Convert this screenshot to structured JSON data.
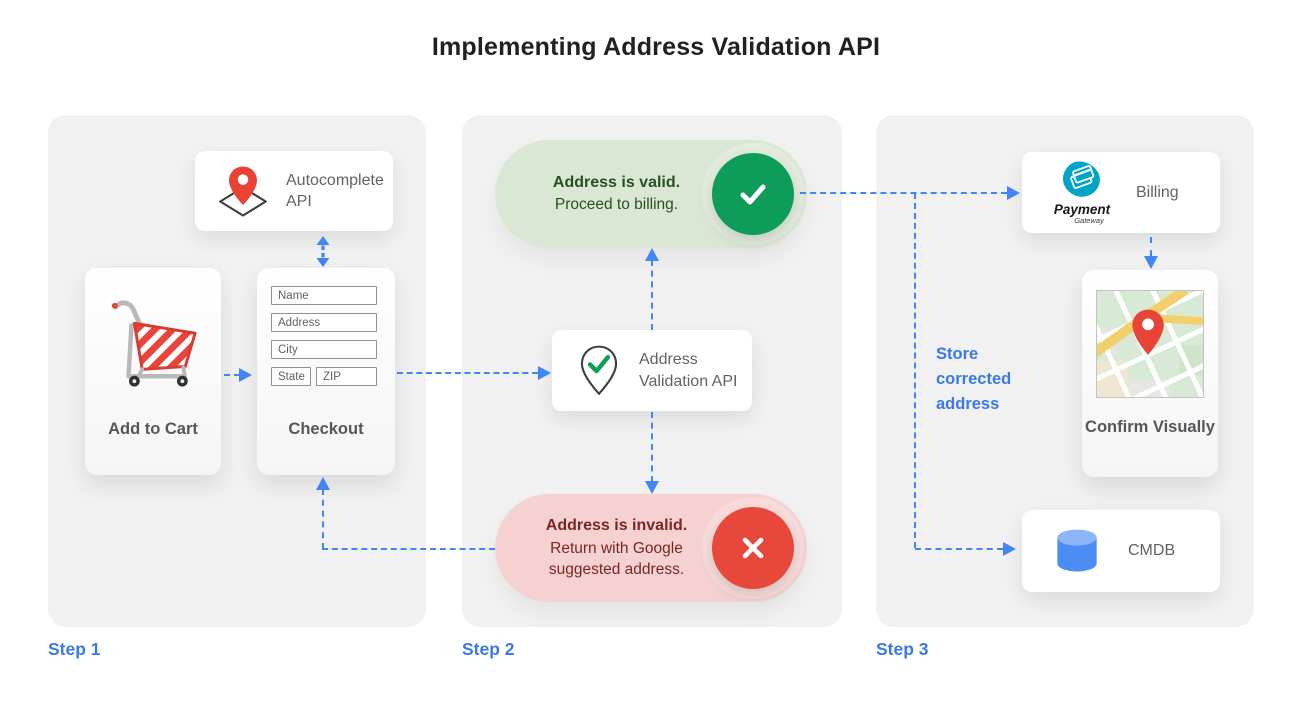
{
  "title": "Implementing Address Validation API",
  "colors": {
    "accent_blue": "#4285F4",
    "step_label_blue": "#3b78e8",
    "green": "#0e9d58",
    "red": "#e8473b",
    "valid_pill_bg": "#dbe7d5",
    "invalid_pill_bg": "#f5d2d1",
    "panel_bg": "#f1f1f2"
  },
  "step_labels": {
    "step1": "Step 1",
    "step2": "Step 2",
    "step3": "Step 3"
  },
  "step1": {
    "autocomplete_api_label": "Autocomplete API",
    "add_to_cart_label": "Add to Cart",
    "checkout_label": "Checkout",
    "fields": {
      "name": "Name",
      "address": "Address",
      "city": "City",
      "state": "State",
      "zip": "ZIP"
    }
  },
  "step2": {
    "valid_title": "Address is valid.",
    "valid_subtitle": "Proceed to billing.",
    "validation_api_label": "Address Validation API",
    "invalid_title": "Address is invalid.",
    "invalid_subtitle": "Return with Google suggested address."
  },
  "step3": {
    "billing_label": "Billing",
    "logo_title": "Payment",
    "logo_subtitle": "Gateway",
    "confirm_label": "Confirm Visually",
    "cmdb_label": "CMDB",
    "store_note": "Store corrected address"
  },
  "icons": {
    "autocomplete": "map-pin-on-diamond",
    "cart": "shopping-cart",
    "validation": "pin-with-check",
    "valid": "check-circle",
    "invalid": "x-circle",
    "billing": "payment-gateway-logo",
    "confirm": "map-thumbnail",
    "cmdb": "database-cylinder"
  }
}
